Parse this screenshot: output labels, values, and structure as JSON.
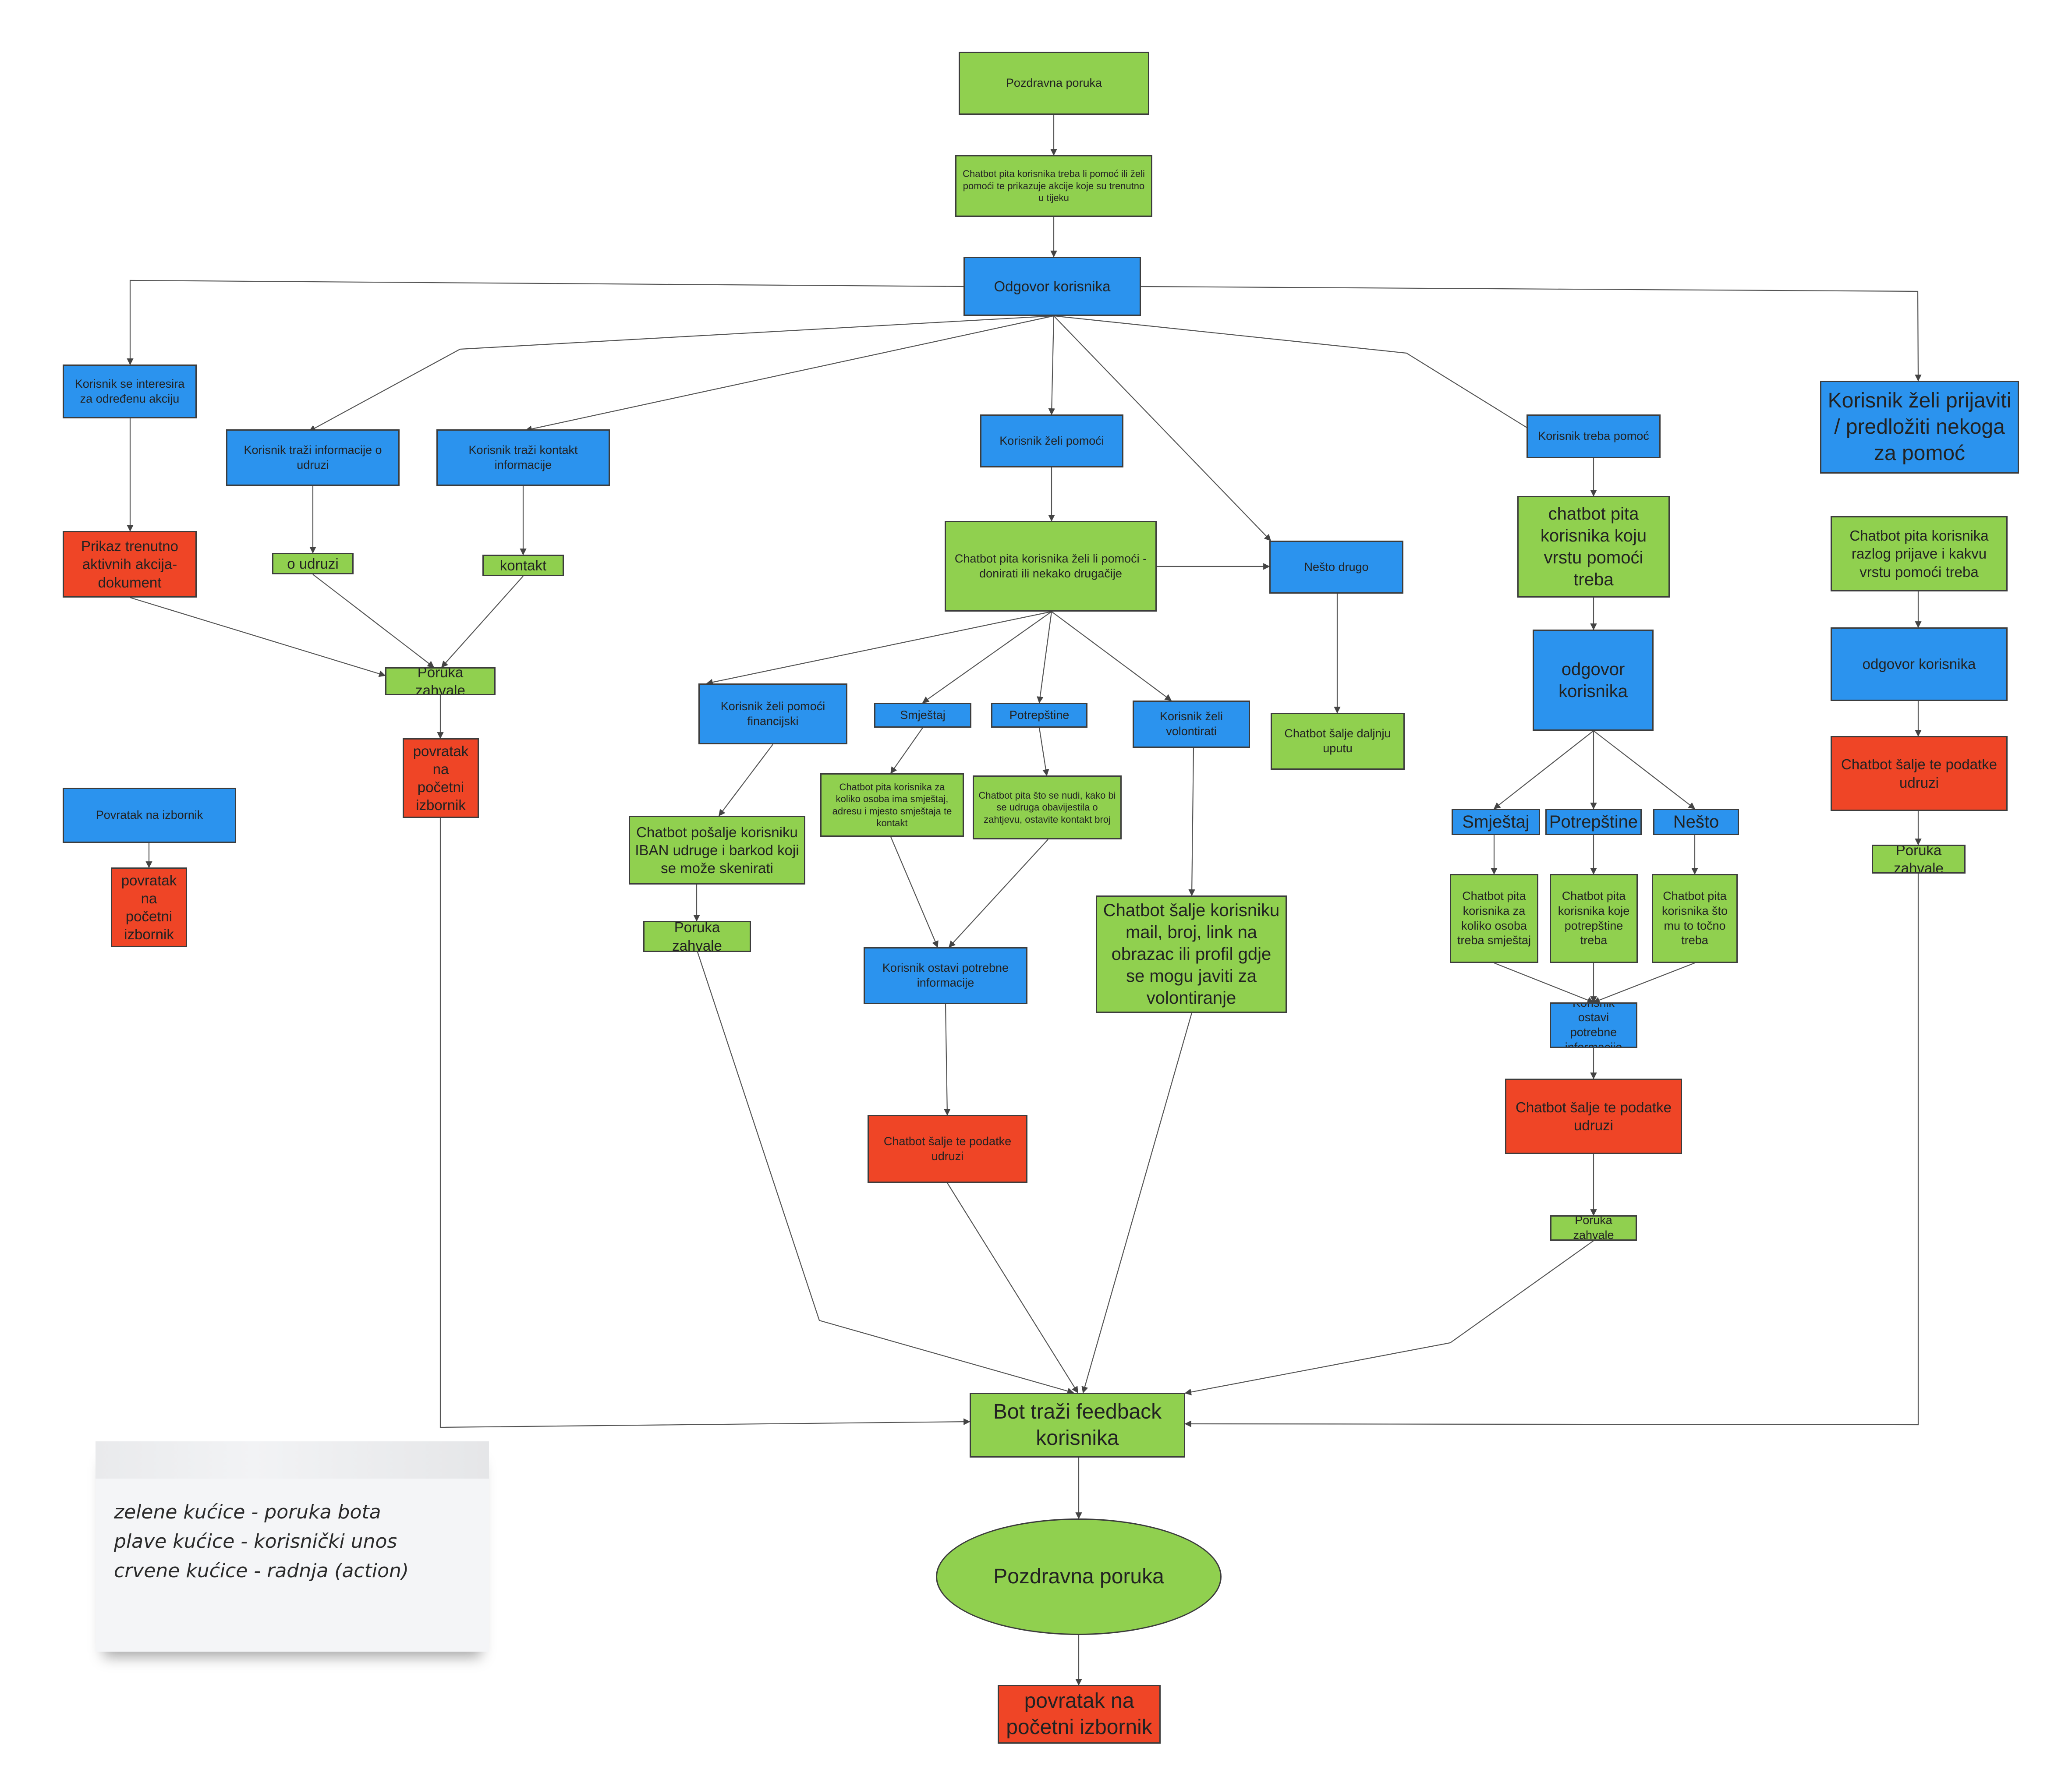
{
  "colors": {
    "message": "#90d04f",
    "input": "#2b93ee",
    "action": "#ef4526",
    "edge": "#444444"
  },
  "nodes": {
    "start": "Pozdravna poruka",
    "ask_help": "Chatbot pita korisnika treba li pomoć ili želi pomoći te prikazuje akcije koje su trenutno u tijeku",
    "user_answer": "Odgovor korisnika",
    "interested_action": "Korisnik se interesira za određenu akciju",
    "show_actions": "Prikaz trenutno aktivnih akcija-dokument",
    "info_association": "Korisnik traži informacije o udruzi",
    "about_association": "o udruzi",
    "contact_info": "Korisnik traži kontakt informacije",
    "contact": "kontakt",
    "thanks_left": "Poruka zahvale",
    "return_left": "povratak na početni izbornik",
    "menu_return": "Povratak na izbornik",
    "menu_return_action": "povratak na početni izbornik",
    "wants_help": "Korisnik želi pomoći",
    "ask_donate": "Chatbot pita korisnika želi li pomoći -donirati ili nekako drugačije",
    "something_else": "Nešto drugo",
    "send_instructions": "Chatbot šalje daljnju uputu",
    "financial": "Korisnik želi pomoći financijski",
    "send_iban": "Chatbot pošalje korisniku IBAN udruge i barkod koji se može skenirati",
    "thanks_fin": "Poruka zahvale",
    "accommodation": "Smještaj",
    "ask_accommodation": "Chatbot pita korisnika za koliko osoba ima smještaj, adresu i mjesto smještaja te kontakt",
    "supplies": "Potrepštine",
    "ask_supplies": "Chatbot pita što se nudi, kako bi se udruga obavijestila o zahtjevu, ostavite kontakt broj",
    "leave_info": "Korisnik ostavi potrebne informacije",
    "send_data_mid": "Chatbot šalje te podatke udruzi",
    "volunteer": "Korisnik želi volontirati",
    "send_volunteer": "Chatbot šalje korisniku mail, broj, link na obrazac ili profil gdje se mogu javiti za volontiranje",
    "needs_help": "Korisnik treba pomoć",
    "ask_help_type": "chatbot pita korisnika koju vrstu pomoći treba",
    "answer_right": "odgovor korisnika",
    "accommodation_r": "Smještaj",
    "supplies_r": "Potrepštine",
    "something_r": "Nešto",
    "ask_persons": "Chatbot pita korisnika za koliko osoba treba smještaj",
    "ask_which_supplies": "Chatbot pita korisnika koje potrepštine treba",
    "ask_exactly": "Chatbot pita korisnika što mu to točno treba",
    "leave_info_r": "Korisnik ostavi potrebne informacije",
    "send_data_r": "Chatbot šalje te podatke udruzi",
    "thanks_r": "Poruka zahvale",
    "report_person": "Korisnik želi prijaviti / predložiti nekoga za pomoć",
    "ask_reason": "Chatbot pita korisnika razlog prijave i kakvu vrstu pomoći treba",
    "answer_far": "odgovor korisnika",
    "send_data_far": "Chatbot šalje te podatke udruzi",
    "thanks_far": "Poruka zahvale",
    "feedback": "Bot traži feedback korisnika",
    "end_greeting": "Pozdravna poruka",
    "end_return": "povratak na početni izbornik"
  },
  "legend": {
    "green": "zelene kućice - poruka bota",
    "blue": "plave kućice - korisnički unos",
    "red": "crvene kućice - radnja (action)"
  }
}
